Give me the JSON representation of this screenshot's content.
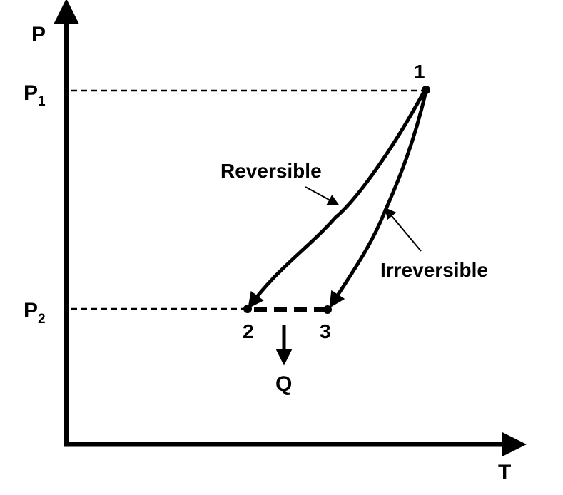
{
  "diagram": {
    "axes": {
      "y_label": "P",
      "x_label": "T"
    },
    "pressure_levels": {
      "p1": {
        "base": "P",
        "subscript": "1"
      },
      "p2": {
        "base": "P",
        "subscript": "2"
      }
    },
    "states": [
      "1",
      "2",
      "3"
    ],
    "paths": {
      "reversible": "Reversible",
      "irreversible": "Irreversible"
    },
    "heat_label": "Q",
    "colors": {
      "ink": "#000000",
      "background": "#ffffff"
    }
  }
}
